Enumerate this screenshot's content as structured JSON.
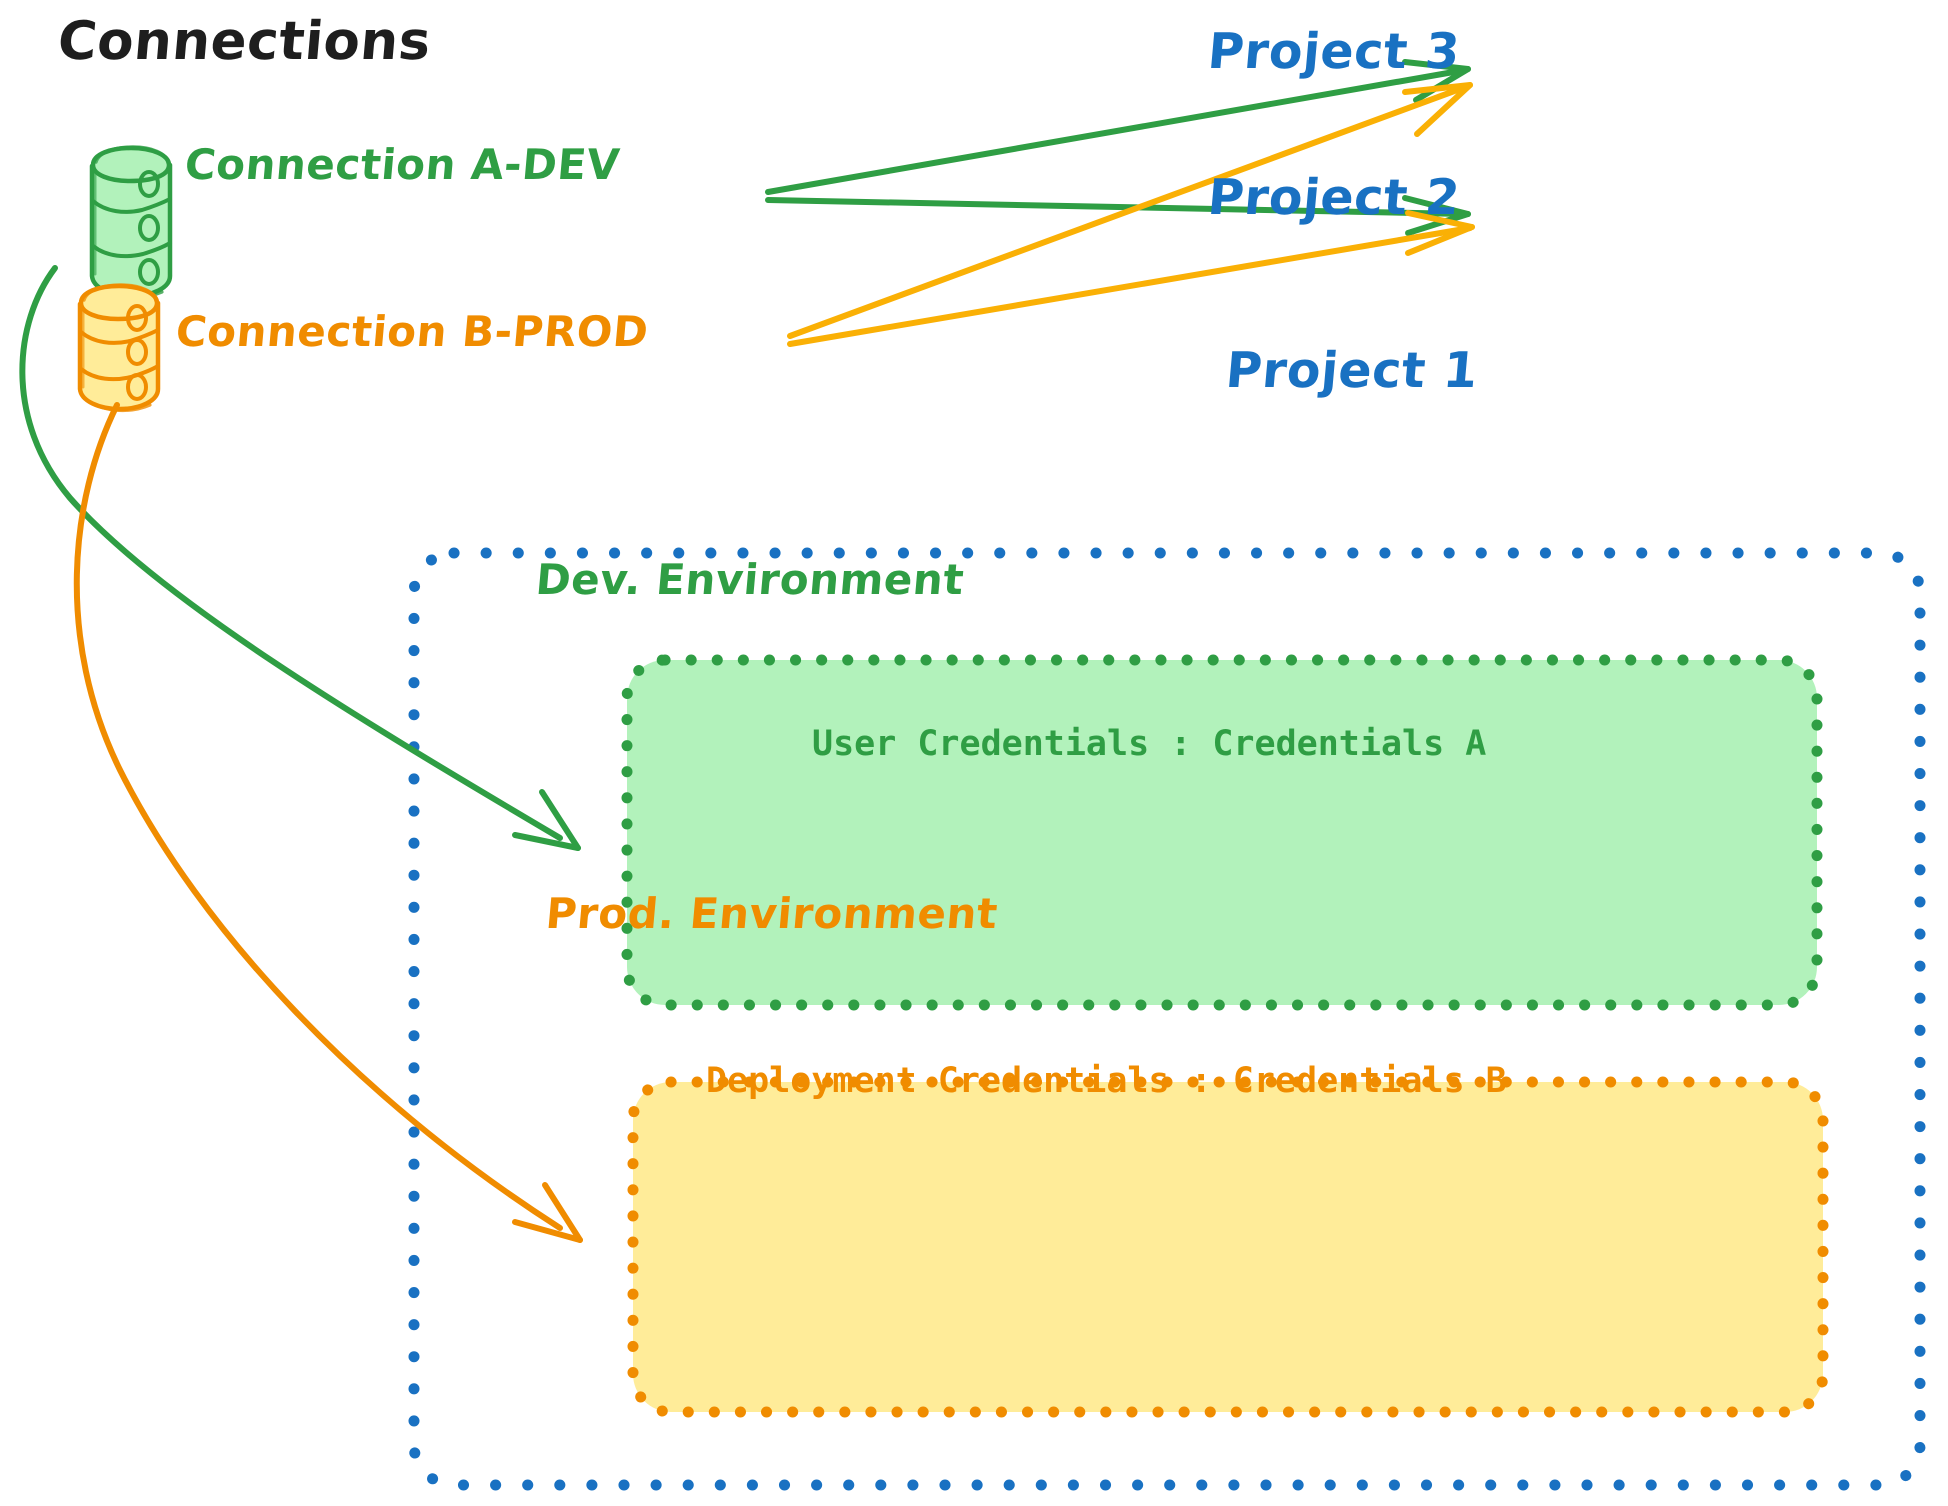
{
  "diagram": {
    "title": "Connections",
    "style": "hand-drawn sketch",
    "colors": {
      "green_stroke": "#2f9e44",
      "green_fill": "#b2f2bb",
      "orange_stroke": "#f08c00",
      "orange_fill": "#ffec99",
      "blue_stroke": "#1971c2",
      "black_text": "#1e1e1e",
      "white_bg": "#ffffff"
    },
    "connections": [
      {
        "id": "connection-a-dev",
        "label": "Connection A-DEV",
        "icon": "database-cylinder-icon",
        "color": "#2f9e44"
      },
      {
        "id": "connection-b-prod",
        "label": "Connection B-PROD",
        "icon": "database-cylinder-icon",
        "color": "#f08c00"
      }
    ],
    "projects": [
      {
        "id": "project-3",
        "label": "Project 3",
        "color": "#1971c2"
      },
      {
        "id": "project-2",
        "label": "Project 2",
        "color": "#1971c2"
      },
      {
        "id": "project-1",
        "label": "Project 1",
        "color": "#1971c2"
      }
    ],
    "project_1_container": {
      "label": "Project 1",
      "border": "blue dotted rounded rectangle",
      "environments": [
        {
          "id": "dev-environment",
          "title": "Dev. Environment",
          "credentials_label": "User Credentials : Credentials A",
          "fill": "#b2f2bb",
          "stroke": "#2f9e44"
        },
        {
          "id": "prod-environment",
          "title": "Prod. Environment",
          "credentials_label": "Deployment Credentials : Credentials B",
          "fill": "#ffec99",
          "stroke": "#f08c00"
        }
      ]
    },
    "edges": [
      {
        "from": "connection-a-dev",
        "to": "project-3",
        "color": "#2f9e44",
        "arrow": true
      },
      {
        "from": "connection-a-dev",
        "to": "project-2",
        "color": "#2f9e44",
        "arrow": true
      },
      {
        "from": "connection-a-dev",
        "to": "dev-environment",
        "color": "#2f9e44",
        "arrow": true
      },
      {
        "from": "connection-b-prod",
        "to": "project-3",
        "color": "#f08c00",
        "arrow": true
      },
      {
        "from": "connection-b-prod",
        "to": "project-2",
        "color": "#f08c00",
        "arrow": true
      },
      {
        "from": "connection-b-prod",
        "to": "prod-environment",
        "color": "#f08c00",
        "arrow": true
      }
    ]
  }
}
